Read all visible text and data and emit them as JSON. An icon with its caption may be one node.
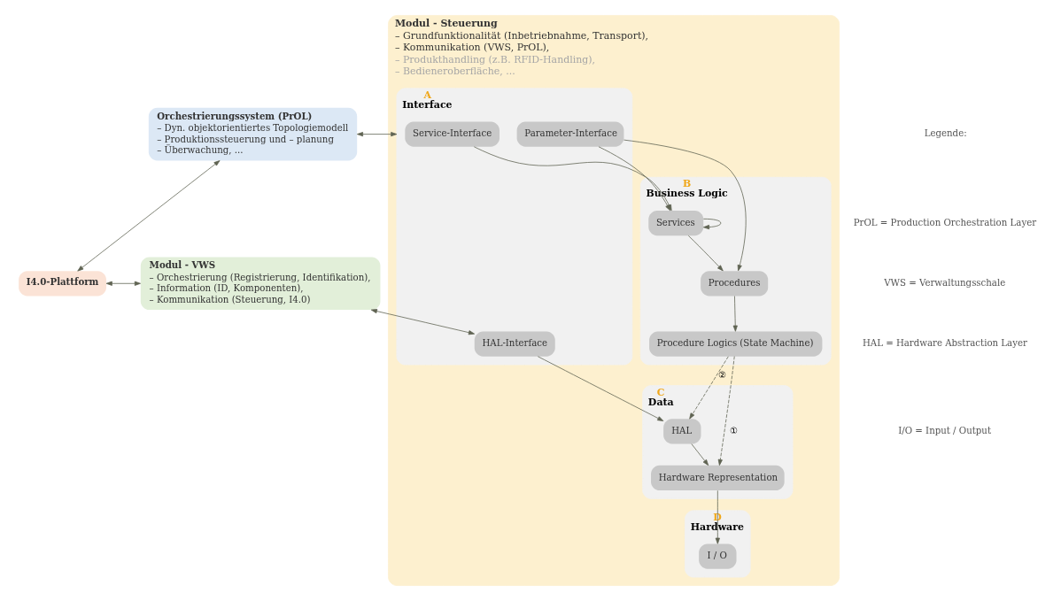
{
  "diagram": {
    "nodes": [
      {
        "text": [
          "Orchestrierungssystem (PrOL)",
          "– Dyn. objektorientiertes Topologiemodell",
          "– Produktionssteuerung und – planung",
          "– Überwachung, ..."
        ]
      },
      {
        "text": [
          "I4.0-Plattform"
        ]
      },
      {
        "text": [
          "Modul - VWS",
          "– Orchestrierung (Registrierung, Identifikation),",
          "– Information (ID, Komponenten),",
          "– Kommunikation (Steuerung, I4.0)"
        ]
      },
      {
        "text": [
          "Modul - Steuerung",
          "– Grundfunktionalität (Inbetriebnahme, Transport),",
          "– Kommunikation (VWS, PrOL),",
          "– Produkthandling (z.B. RFID-Handling),",
          "– Bedieneroberfläche, ..."
        ]
      },
      {
        "text": [
          "A",
          "Interface"
        ],
        "in": 3
      },
      {
        "text": [
          "Service-Interface"
        ],
        "in": 4
      },
      {
        "text": [
          "Parameter-Interface"
        ],
        "in": 4
      },
      {
        "text": [
          "HAL-Interface"
        ],
        "in": 4
      },
      {
        "text": [
          "B",
          "Business Logic"
        ],
        "in": 3
      },
      {
        "text": [
          "Services"
        ],
        "in": 8
      },
      {
        "text": [
          "Procedures"
        ],
        "in": 8
      },
      {
        "text": [
          "Procedure Logics (State Machine)"
        ],
        "in": 8
      },
      {
        "text": [
          "C",
          "Data"
        ],
        "in": 3
      },
      {
        "text": [
          "HAL"
        ],
        "in": 12
      },
      {
        "text": [
          "Hardware Representation"
        ],
        "in": 12
      },
      {
        "text": [
          "D",
          "Hardware"
        ],
        "in": 3
      },
      {
        "text": [
          "I / O"
        ],
        "in": 15
      }
    ],
    "edges": [
      {
        "from": 0,
        "to": 1,
        "arrow": "both"
      },
      {
        "from": 1,
        "to": 2,
        "arrow": "both"
      },
      {
        "from": 0,
        "to": 4,
        "arrow": "both"
      },
      {
        "from": 2,
        "to": 7,
        "arrow": "both"
      },
      {
        "from": 5,
        "to": 9,
        "arrow": "to"
      },
      {
        "from": 9,
        "to": 9,
        "arrow": "to"
      },
      {
        "from": 6,
        "to": 9,
        "arrow": "to"
      },
      {
        "from": 6,
        "to": 10,
        "arrow": "to"
      },
      {
        "from": 9,
        "to": 10,
        "arrow": "to"
      },
      {
        "from": 10,
        "to": 11,
        "arrow": "to"
      },
      {
        "from": 11,
        "to": 14,
        "arrow": "to",
        "label": "①",
        "style": "dashed"
      },
      {
        "from": 11,
        "to": 13,
        "arrow": "to",
        "label": "②",
        "style": "dashed"
      },
      {
        "from": 7,
        "to": 13,
        "arrow": "to"
      },
      {
        "from": 13,
        "to": 14,
        "arrow": "to"
      },
      {
        "from": 14,
        "to": 16,
        "arrow": "to"
      }
    ],
    "labels": [
      "Legende:",
      "PrOL = Production Orchestration Layer",
      "VWS = Verwaltungsschale",
      "HAL = Hardware Abstraction Layer",
      "I/O = Input / Output"
    ]
  }
}
